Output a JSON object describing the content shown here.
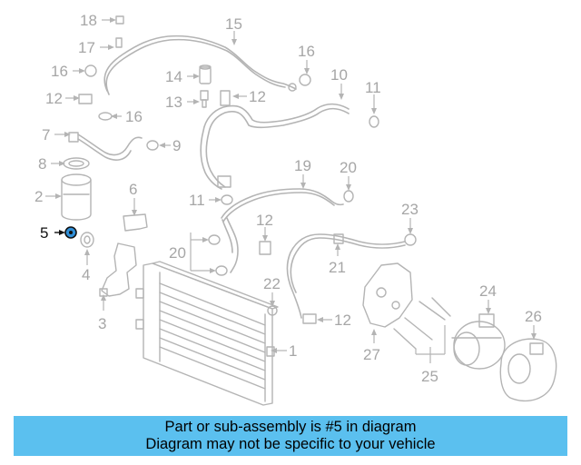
{
  "callouts": {
    "c1": "1",
    "c2": "2",
    "c3": "3",
    "c4": "4",
    "c5": "5",
    "c6": "6",
    "c7": "7",
    "c8": "8",
    "c9": "9",
    "c10": "10",
    "c11a": "11",
    "c11b": "11",
    "c12a": "12",
    "c12b": "12",
    "c12c": "12",
    "c12d": "12",
    "c13": "13",
    "c14": "14",
    "c15": "15",
    "c16a": "16",
    "c16b": "16",
    "c16c": "16",
    "c17": "17",
    "c18": "18",
    "c19": "19",
    "c20a": "20",
    "c20b": "20",
    "c21": "21",
    "c22": "22",
    "c23": "23",
    "c24": "24",
    "c25": "25",
    "c26": "26",
    "c27": "27"
  },
  "highlighted_part": "5",
  "colors": {
    "highlight": "#2f8fd8",
    "banner": "#5bc0ef",
    "line_art": "#b4b4b4",
    "callout_text": "#a6a6a6"
  },
  "banner": {
    "line1": "Part or sub-assembly is #5 in diagram",
    "line2": "Diagram may not be specific to your vehicle"
  }
}
